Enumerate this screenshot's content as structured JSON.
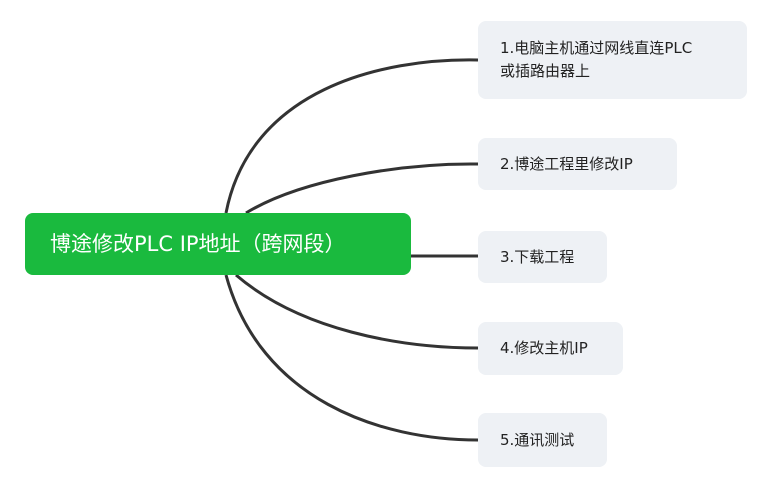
{
  "root": {
    "label": "博途修改PLC IP地址（跨网段）"
  },
  "children": [
    {
      "label": "1.电脑主机通过网线直连PLC\n或插路由器上"
    },
    {
      "label": "2.博途工程里修改IP"
    },
    {
      "label": "3.下载工程"
    },
    {
      "label": "4.修改主机IP"
    },
    {
      "label": "5.通讯测试"
    }
  ],
  "colors": {
    "root_fill": "#1aba3e",
    "node_fill": "#eef1f5",
    "line": "#333333"
  }
}
